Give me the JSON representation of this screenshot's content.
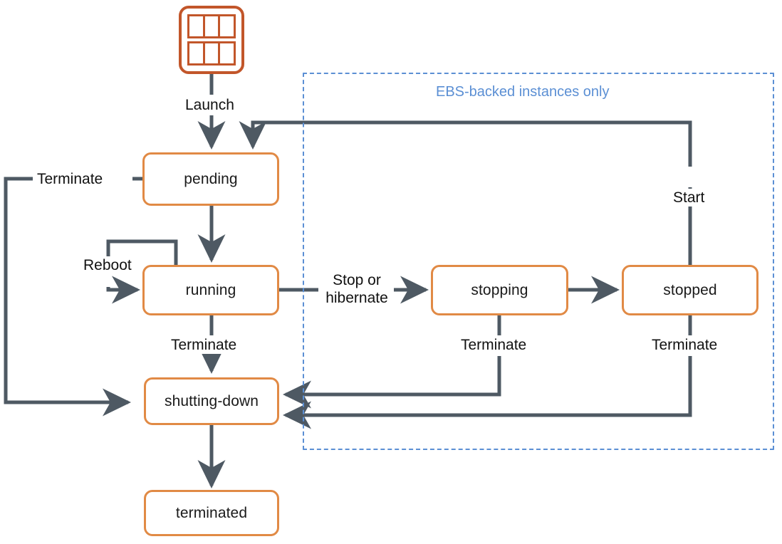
{
  "diagram": {
    "title": "Amazon EC2 instance lifecycle state diagram",
    "colors": {
      "node_border": "#E18A45",
      "icon": "#C2562A",
      "wire": "#4E5963",
      "group": "#5B8FD4",
      "text": "#111111",
      "background": "#FFFFFF"
    },
    "icon": {
      "name": "ec2-instance-icon",
      "rows": 2,
      "columns": 3
    },
    "group": {
      "label": "EBS-backed instances only"
    },
    "nodes": [
      {
        "id": "pending",
        "label": "pending"
      },
      {
        "id": "running",
        "label": "running"
      },
      {
        "id": "stopping",
        "label": "stopping"
      },
      {
        "id": "stopped",
        "label": "stopped"
      },
      {
        "id": "shutting-down",
        "label": "shutting-down"
      },
      {
        "id": "terminated",
        "label": "terminated"
      }
    ],
    "edges": [
      {
        "id": "launch",
        "from": "instance-icon",
        "to": "pending",
        "label": "Launch"
      },
      {
        "id": "pending-terminate",
        "from": "pending",
        "to": "shutting-down",
        "label": "Terminate"
      },
      {
        "id": "pending-running",
        "from": "pending",
        "to": "running",
        "label": ""
      },
      {
        "id": "reboot",
        "from": "running",
        "to": "running",
        "label": "Reboot"
      },
      {
        "id": "stop-or-hibernate",
        "from": "running",
        "to": "stopping",
        "label": "Stop or\nhibernate",
        "line1": "Stop or",
        "line2": "hibernate"
      },
      {
        "id": "running-terminate",
        "from": "running",
        "to": "shutting-down",
        "label": "Terminate"
      },
      {
        "id": "stopping-stopped",
        "from": "stopping",
        "to": "stopped",
        "label": ""
      },
      {
        "id": "stopping-terminate",
        "from": "stopping",
        "to": "shutting-down",
        "label": "Terminate"
      },
      {
        "id": "stopped-terminate",
        "from": "stopped",
        "to": "shutting-down",
        "label": "Terminate"
      },
      {
        "id": "start",
        "from": "stopped",
        "to": "pending",
        "label": "Start"
      },
      {
        "id": "shutdown-terminated",
        "from": "shutting-down",
        "to": "terminated",
        "label": ""
      }
    ]
  }
}
